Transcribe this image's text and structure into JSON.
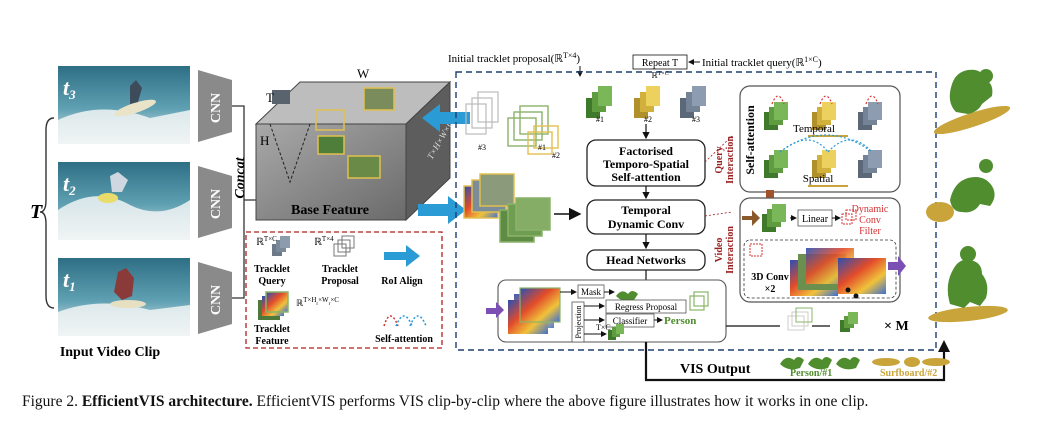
{
  "figure": {
    "input": {
      "t_label": "T",
      "frames": [
        {
          "label": "t",
          "sub": "3"
        },
        {
          "label": "t",
          "sub": "2"
        },
        {
          "label": "t",
          "sub": "1"
        }
      ],
      "cnn_label": "CNN",
      "concat_label": "Concat",
      "caption": "Input Video Clip"
    },
    "base": {
      "w_label": "W",
      "t_label": "T",
      "h_label": "H",
      "side_label": "T×H×W×C",
      "caption": "Base Feature"
    },
    "legend": {
      "query_dim": "ℝ",
      "query_sup": "T×C",
      "query_label_1": "Tracklet",
      "query_label_2": "Query",
      "proposal_dim": "ℝ",
      "proposal_sup": "T×4",
      "proposal_label_1": "Tracklet",
      "proposal_label_2": "Proposal",
      "roi_label": "RoI Align",
      "feature_dim": "ℝ",
      "feature_sup": "T×H",
      "feature_sub": "r",
      "feature_sup2": "×W",
      "feature_sub2": "r",
      "feature_sup3": "×C",
      "feature_label_1": "Tracklet",
      "feature_label_2": "Feature",
      "selfatt_label": "Self-attention"
    },
    "top": {
      "initial_proposal": "Initial tracklet proposal(ℝ",
      "initial_proposal_sup": "T×4",
      "repeat": "Repeat T",
      "repeat_sup": "ℝ",
      "repeat_sup2": "T×C",
      "initial_query": "Initial tracklet query(ℝ",
      "initial_query_sup": "1×C"
    },
    "tracks": {
      "p1": "#1",
      "p2": "#2",
      "p3": "#3"
    },
    "blocks": {
      "fts_1": "Factorised",
      "fts_2": "Temporo-Spatial",
      "fts_3": "Self-attention",
      "tdc_1": "Temporal",
      "tdc_2": "Dynamic Conv",
      "head": "Head Networks"
    },
    "query_interaction": {
      "vertical_1": "Query",
      "vertical_2": "Interaction",
      "self_attention": "Self-attention",
      "temporal": "Temporal",
      "spatial": "Spatial"
    },
    "video_interaction": {
      "vertical_1": "Video",
      "vertical_2": "Interaction",
      "linear": "Linear",
      "filter_1": "Dynamic",
      "filter_2": "Conv",
      "filter_3": "Filter",
      "conv3d_1": "3D Conv",
      "conv3d_2": "×2"
    },
    "head": {
      "mask": "Mask",
      "regress": "Regress Proposal",
      "classifier": "Classifier",
      "projection": "Projection",
      "txc": "T×C",
      "person": "Person"
    },
    "repeat_m": "× M",
    "output": {
      "label": "VIS Output",
      "person": "Person/#1",
      "surfboard": "Surfboard/#2"
    }
  },
  "caption": {
    "prefix": "Figure 2.",
    "title": "EfficientVIS architecture.",
    "text": "EfficientVIS performs VIS clip-by-clip where the above figure illustrates how it works in one clip."
  }
}
